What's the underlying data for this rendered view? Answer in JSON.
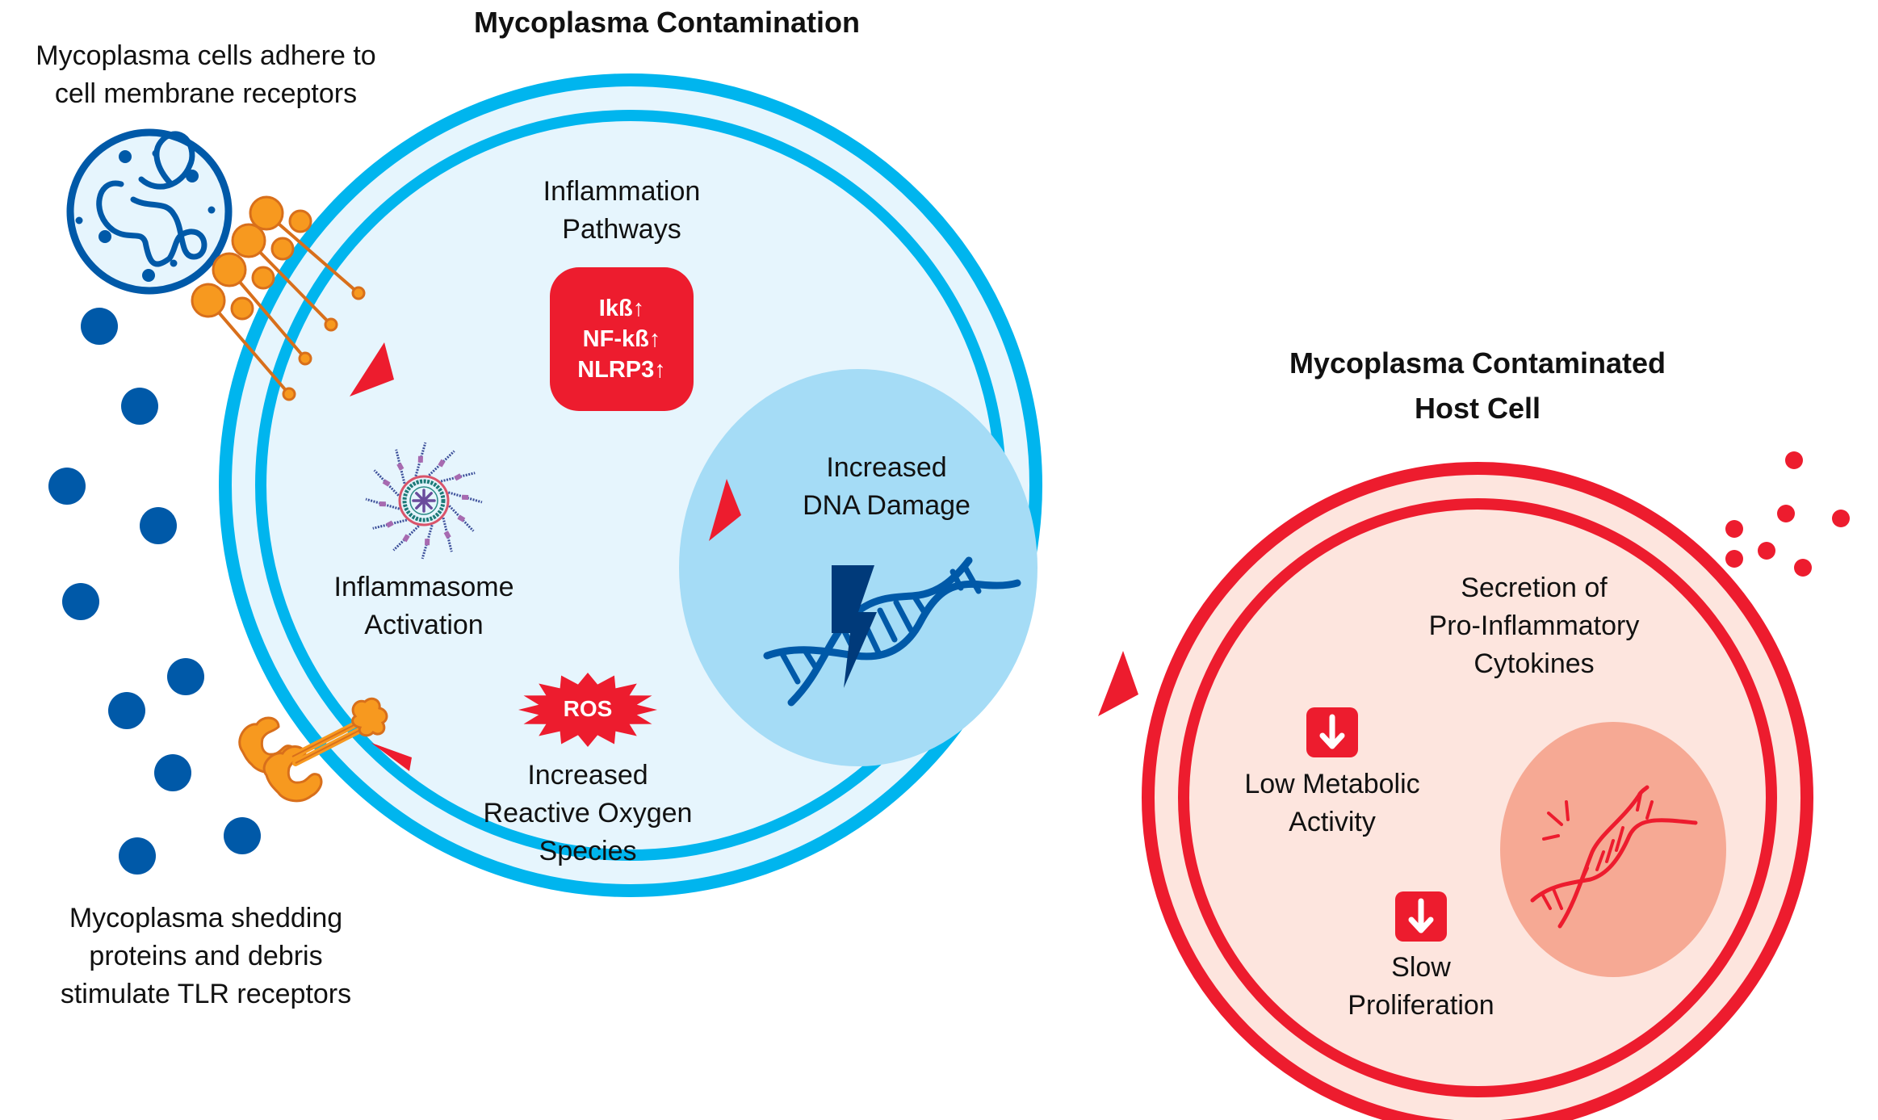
{
  "titles": {
    "main": "Mycoplasma Contamination",
    "host_cell": [
      "Mycoplasma Contaminated",
      "Host Cell"
    ]
  },
  "left_labels": {
    "adhere": [
      "Mycoplasma cells adhere to",
      "cell membrane receptors"
    ],
    "shedding": [
      "Mycoplasma shedding",
      "proteins and debris",
      "stimulate TLR receptors"
    ]
  },
  "contamination_cell": {
    "inflammation_pathways": [
      "Inflammation",
      "Pathways"
    ],
    "pathway_markers": [
      "Ikß↑",
      "NF-kß↑",
      "NLRP3↑"
    ],
    "inflammasome": [
      "Inflammasome",
      "Activation"
    ],
    "ros_badge": "ROS",
    "ros_label": [
      "Increased",
      "Reactive Oxygen",
      "Species"
    ],
    "dna_damage": [
      "Increased",
      "DNA Damage"
    ]
  },
  "host_cell": {
    "cytokines": [
      "Secretion of",
      "Pro-Inflammatory",
      "Cytokines"
    ],
    "metabolic": [
      "Low Metabolic",
      "Activity"
    ],
    "proliferation": [
      "Slow",
      "Proliferation"
    ]
  },
  "icons": {
    "mycoplasma_cell": "mycoplasma-cell-icon",
    "receptors": "membrane-receptor-icon",
    "tlr_receptor": "tlr-receptor-icon",
    "inflammasome": "inflammasome-icon",
    "dna_damage": "dna-lightning-icon",
    "host_dna": "broken-dna-icon",
    "down_arrow": "down-arrow-icon",
    "arrowhead": "arrowhead-icon",
    "debris": "debris-dot-icon",
    "cytokine": "cytokine-dot-icon"
  },
  "colors": {
    "membrane_blue": "#00b5ee",
    "cytoplasm_blue": "#e6f5fd",
    "nucleus_blue": "#a5dcf6",
    "dark_blue": "#0059a8",
    "navy": "#003a7a",
    "accent_red": "#ed1c2e",
    "host_fill": "#fde5de",
    "host_nucleus": "#f6a994",
    "orange": "#f7991f",
    "orange_dark": "#d86f1b"
  }
}
